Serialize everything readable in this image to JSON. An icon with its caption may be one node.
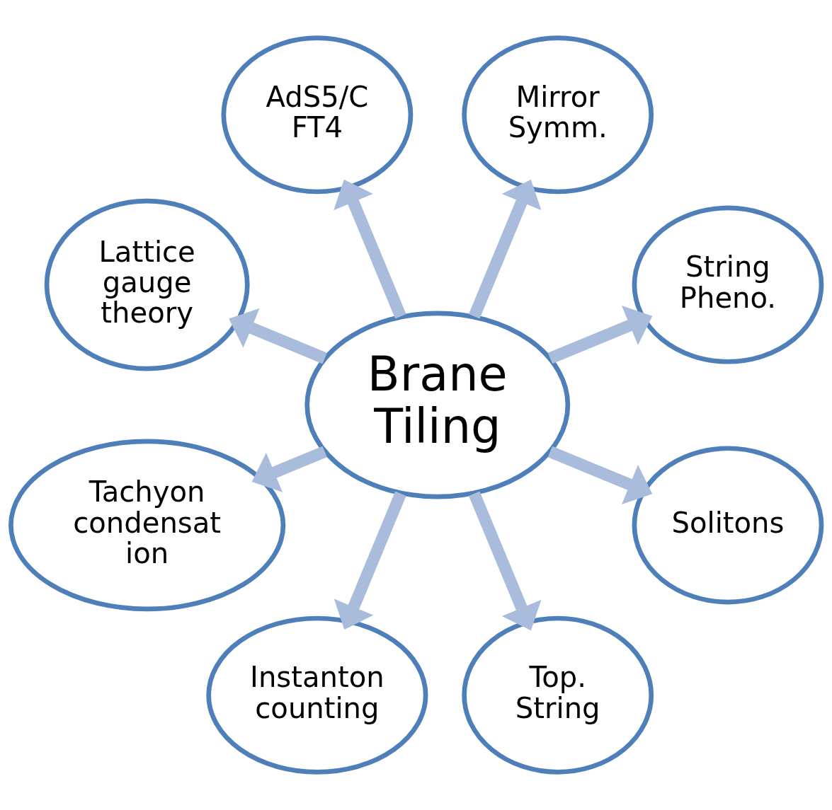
{
  "diagram": {
    "nodes": [
      {
        "text": [
          "Brane Tiling"
        ]
      },
      {
        "text": [
          "AdS5/C FT4"
        ]
      },
      {
        "text": [
          "Lattice gauge theory"
        ]
      },
      {
        "text": [
          "Mirror Symm."
        ]
      },
      {
        "text": [
          "Tachyon condensat ion"
        ]
      },
      {
        "text": [
          "String Pheno."
        ]
      },
      {
        "text": [
          "Instanton counting"
        ]
      },
      {
        "text": [
          "Solitons"
        ]
      },
      {
        "text": [
          "Top. String"
        ]
      }
    ],
    "edges": [
      {
        "from": 0,
        "to": 1,
        "arrow": "to"
      },
      {
        "from": 0,
        "to": 3,
        "arrow": "to"
      },
      {
        "from": 0,
        "to": 5,
        "arrow": "to"
      },
      {
        "from": 0,
        "to": 7,
        "arrow": "to"
      },
      {
        "from": 0,
        "to": 8,
        "arrow": "to"
      },
      {
        "from": 0,
        "to": 6,
        "arrow": "to"
      },
      {
        "from": 0,
        "to": 4,
        "arrow": "to"
      },
      {
        "from": 0,
        "to": 2,
        "arrow": "to"
      }
    ]
  }
}
